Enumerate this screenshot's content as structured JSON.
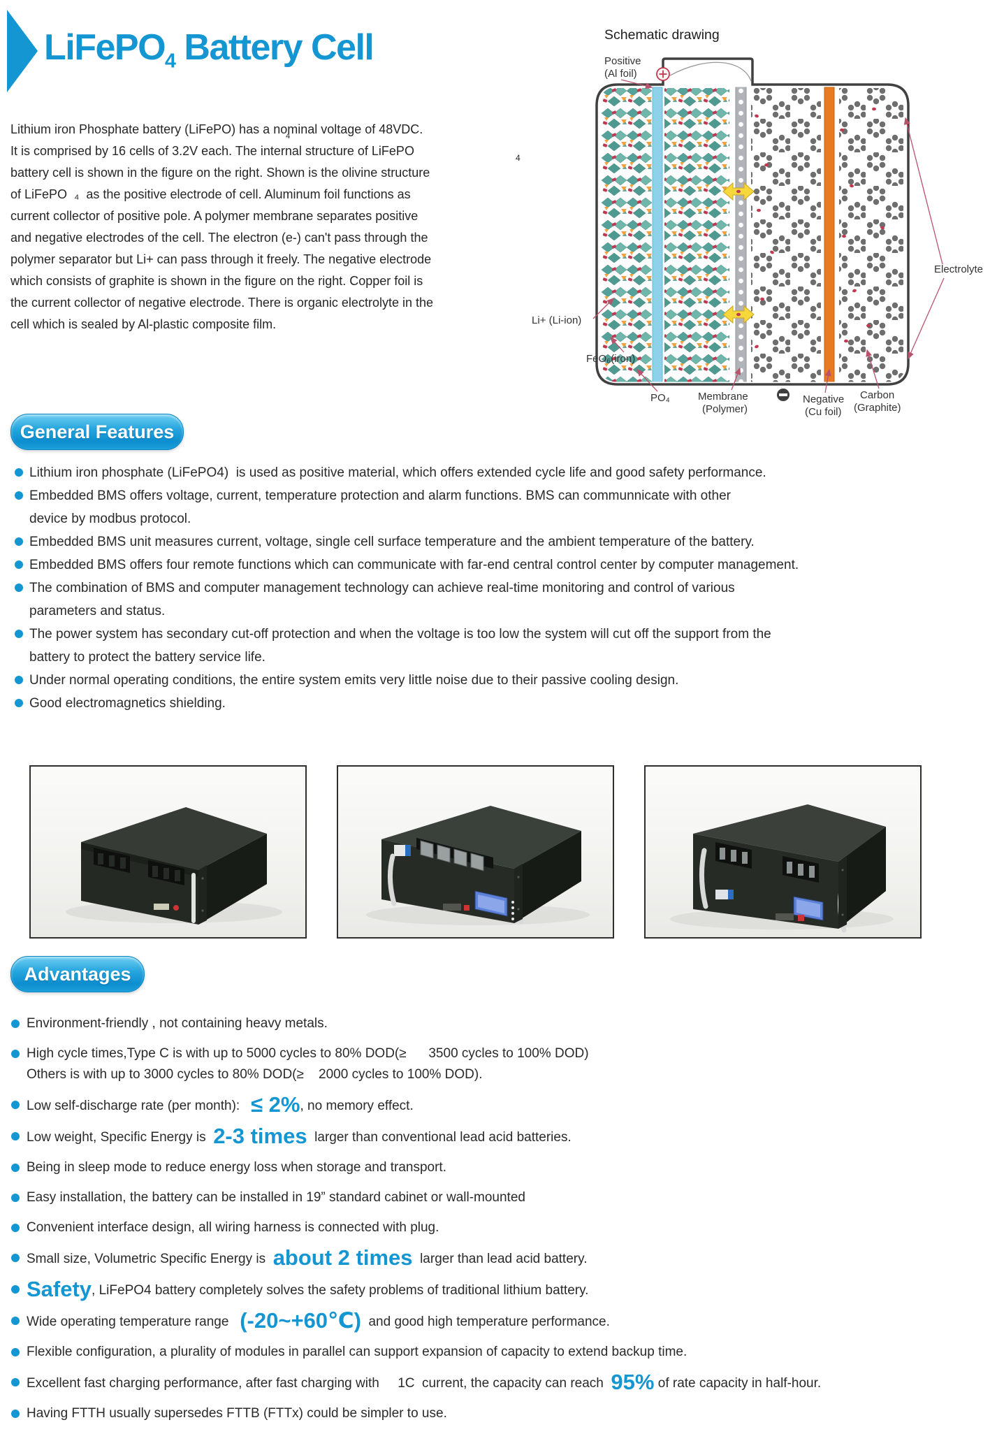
{
  "colors": {
    "accent": "#1496d2",
    "text": "#2a2a2a"
  },
  "header": {
    "title_main": "LiFePO",
    "title_sub": "4",
    "title_rest": " Battery Cell"
  },
  "intro": {
    "lines": [
      "Lithium iron Phosphate battery (LiFePO) has a nominal voltage of 48VDC.",
      "It is comprised by 16 cells of 3.2V each. The internal structure of LiFePO",
      "battery cell is shown in the figure on the right. Shown is the olivine structure",
      "of LiFePO  ₄  as the positive electrode of cell. Aluminum foil functions as",
      "current collector of positive pole. A polymer membrane separates positive",
      "and negative electrodes of the cell. The electron (e-) can't pass through the",
      "polymer separator but Li+ can pass through it freely. The negative electrode",
      "which consists of graphite is shown in the figure on the right. Copper foil is",
      "the current collector of negative electrode. There is organic electrolyte in the",
      "cell which is sealed by Al-plastic composite film."
    ],
    "stray_sub_1": "4",
    "stray_sub_2": "4"
  },
  "schematic": {
    "title": "Schematic drawing",
    "labels": {
      "positive_1": "Positive",
      "positive_2": "(Al foil)",
      "electrolyte": "Electrolyte",
      "li_ion": "Li+ (Li-ion)",
      "feo6": "FeO₆(iron)",
      "po4": "PO₄",
      "membrane_1": "Membrane",
      "membrane_2": "(Polymer)",
      "negative_1": "Negative",
      "negative_2": "(Cu foil)",
      "carbon_1": "Carbon",
      "carbon_2": "(Graphite)"
    }
  },
  "general_features": {
    "heading": "General Features",
    "bullets": [
      {
        "l1": "Lithium iron phosphate (LiFePO4)  is used as positive material, which offers extended cycle life and good safety performance."
      },
      {
        "l1": "Embedded BMS offers voltage, current, temperature protection and alarm functions. BMS can communnicate with other",
        "l2": "device by modbus protocol."
      },
      {
        "l1": "Embedded BMS unit measures current, voltage, single cell surface temperature and the ambient temperature of the battery."
      },
      {
        "l1": "Embedded BMS offers four remote functions which can communicate with far-end central control center by computer management."
      },
      {
        "l1": "The combination of BMS and computer management technology can achieve real-time monitoring and control of various",
        "l2": "parameters and status."
      },
      {
        "l1": "The power system has secondary cut-off protection and when the voltage is too low the system will cut off the support from the",
        "l2": "battery to protect the battery service life."
      },
      {
        "l1": "Under normal operating conditions, the entire system emits very little noise due to their passive cooling design."
      },
      {
        "l1": "Good electromagnetics shielding."
      }
    ]
  },
  "advantages": {
    "heading": "Advantages",
    "bullets": [
      {
        "segs": [
          {
            "text": "Environment-friendly , not containing heavy metals."
          }
        ]
      },
      {
        "line1": "High cycle times,Type C is with up to 5000 cycles to 80% DOD(≥      3500 cycles to 100% DOD)",
        "line2": "Others is with up to 3000 cycles to 80% DOD(≥    2000 cycles to 100% DOD)."
      },
      {
        "segs": [
          {
            "text": "Low self-discharge rate (per month):   "
          },
          {
            "text": "≤ 2%"
          },
          {
            "text": ", no memory effect."
          }
        ]
      },
      {
        "segs": [
          {
            "text": "Low weight, Specific Energy is  "
          },
          {
            "text": "2-3 times"
          },
          {
            "text": "  larger than conventional lead acid batteries."
          }
        ]
      },
      {
        "segs": [
          {
            "text": "Being in sleep mode to reduce energy loss when storage and transport."
          }
        ]
      },
      {
        "segs": [
          {
            "text": "Easy installation, the battery can be installed in 19” standard cabinet or wall-mounted"
          }
        ]
      },
      {
        "segs": [
          {
            "text": "Convenient interface design, all wiring harness is connected with plug."
          }
        ]
      },
      {
        "segs": [
          {
            "text": "Small size, Volumetric Specific Energy is  "
          },
          {
            "text": "about 2 times"
          },
          {
            "text": "  larger than lead acid battery."
          }
        ]
      },
      {
        "segs": [
          {
            "text": "Safety"
          },
          {
            "text": ", LiFePO4 battery completely solves the safety problems of traditional lithium battery."
          }
        ]
      },
      {
        "segs": [
          {
            "text": "Wide operating temperature range   "
          },
          {
            "text": "(-20~+60℃)"
          },
          {
            "text": "  and good high temperature performance."
          }
        ]
      },
      {
        "segs": [
          {
            "text": "Flexible configuration, a plurality of modules in parallel can support expansion of capacity to extend backup time."
          }
        ]
      },
      {
        "segs": [
          {
            "text": "Excellent fast charging performance, after fast charging with     1C  current, the capacity can reach  "
          },
          {
            "text": "95%"
          },
          {
            "text": " of rate capacity in half-hour."
          }
        ]
      },
      {
        "segs": [
          {
            "text": "Having FTTH usually supersedes FTTB (FTTx) could be simpler to use."
          }
        ]
      }
    ]
  }
}
